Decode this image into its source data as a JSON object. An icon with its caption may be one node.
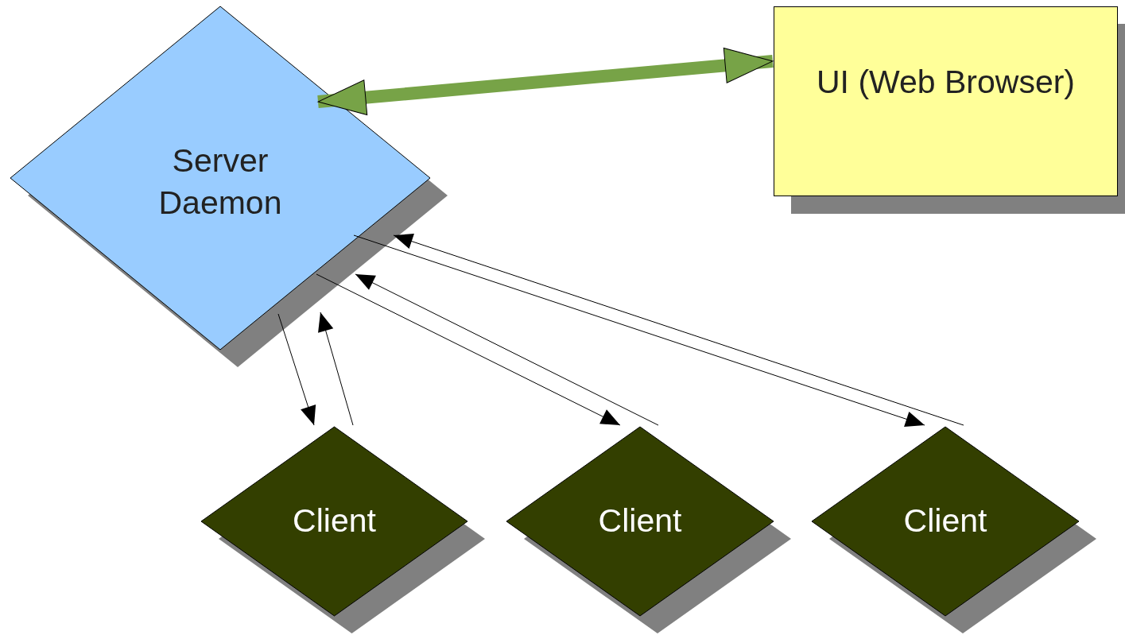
{
  "diagram": {
    "nodes": [
      {
        "text": [
          "Server Daemon"
        ]
      },
      {
        "text": [
          "UI (Web Browser)"
        ]
      },
      {
        "text": [
          "Client"
        ]
      },
      {
        "text": [
          "Client"
        ]
      },
      {
        "text": [
          "Client"
        ]
      }
    ],
    "edges": [
      {
        "from": 0,
        "to": 1,
        "arrow": "both",
        "style": "thick",
        "color": "#77a347"
      },
      {
        "from": 0,
        "to": 2,
        "arrow": "to"
      },
      {
        "from": 2,
        "to": 0,
        "arrow": "to"
      },
      {
        "from": 0,
        "to": 3,
        "arrow": "to"
      },
      {
        "from": 3,
        "to": 0,
        "arrow": "to"
      },
      {
        "from": 0,
        "to": 4,
        "arrow": "to"
      },
      {
        "from": 4,
        "to": 0,
        "arrow": "to"
      }
    ]
  }
}
